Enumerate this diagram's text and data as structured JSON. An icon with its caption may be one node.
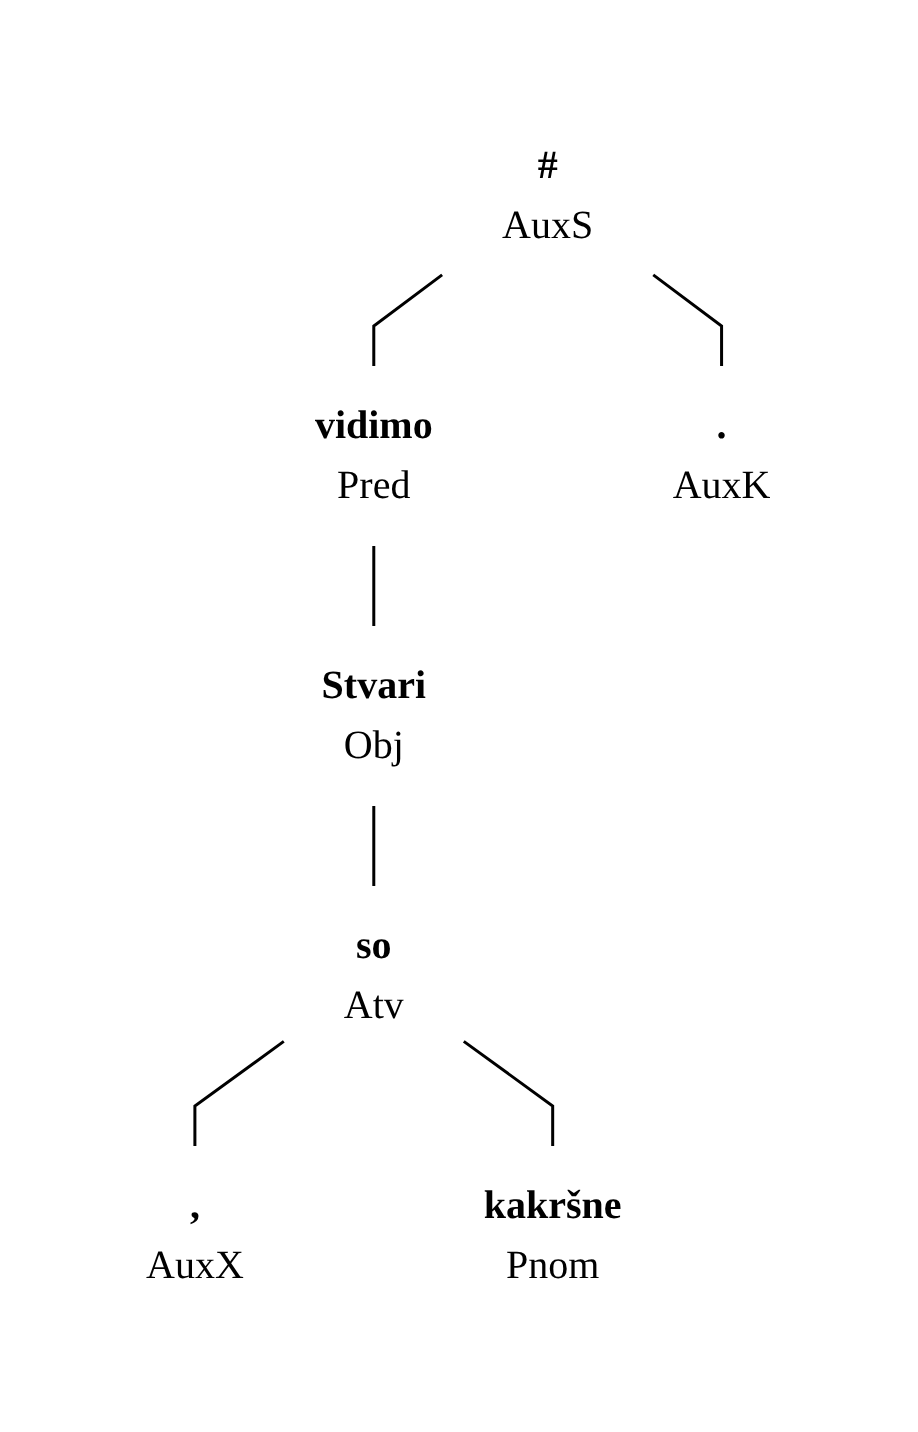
{
  "diagram": {
    "nodes": [
      {
        "text": [
          "#",
          "AuxS"
        ]
      },
      {
        "text": [
          "vidimo",
          "Pred"
        ]
      },
      {
        "text": [
          ".",
          "AuxK"
        ]
      },
      {
        "text": [
          "Stvari",
          "Obj"
        ]
      },
      {
        "text": [
          "so",
          "Atv"
        ]
      },
      {
        "text": [
          ",",
          "AuxX"
        ]
      },
      {
        "text": [
          "kakršne",
          "Pnom"
        ]
      }
    ],
    "edges": [
      {
        "from": 0,
        "to": 1,
        "arrow": "none"
      },
      {
        "from": 0,
        "to": 2,
        "arrow": "none"
      },
      {
        "from": 1,
        "to": 3,
        "arrow": "none"
      },
      {
        "from": 3,
        "to": 4,
        "arrow": "none"
      },
      {
        "from": 4,
        "to": 5,
        "arrow": "none"
      },
      {
        "from": 4,
        "to": 6,
        "arrow": "none"
      }
    ]
  }
}
